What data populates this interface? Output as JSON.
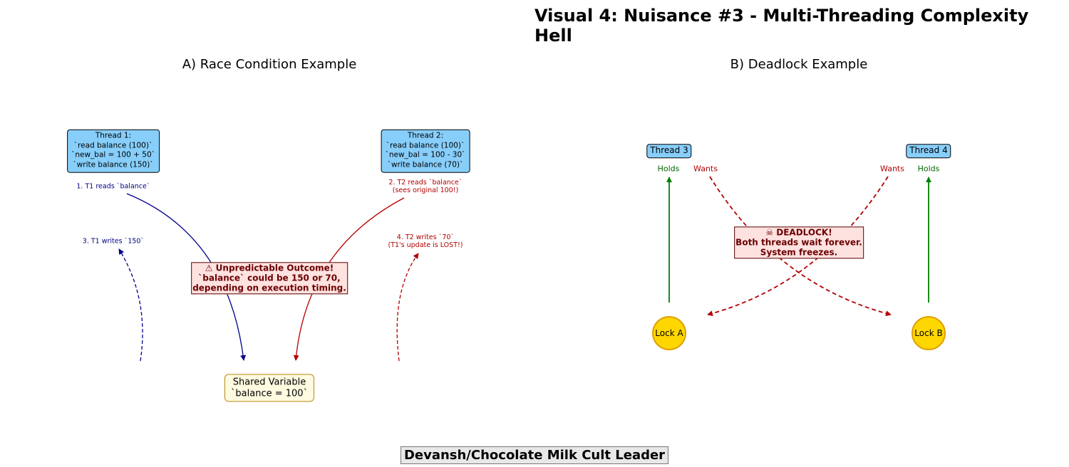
{
  "title": "Visual 4: Nuisance #3 - Multi-Threading Complexity Hell",
  "panel_a": {
    "title": "A) Race Condition Example",
    "thread1": "Thread 1:\n`read balance (100)`\n`new_bal = 100 + 50`\n`write balance (150)`",
    "thread2": "Thread 2:\n`read balance (100)`\n`new_bal = 100 - 30`\n`write balance (70)`",
    "step1": "1. T1 reads `balance`",
    "step2": "2. T2 reads `balance`\n(sees original 100!)",
    "step3": "3. T1 writes `150`",
    "step4": "4. T2 writes `70`\n(T1's update is LOST!)",
    "warning": "⚠ Unpredictable Outcome!\n`balance` could be 150 or 70,\ndepending on execution timing.",
    "shared": "Shared Variable\n`balance = 100`"
  },
  "panel_b": {
    "title": "B) Deadlock Example",
    "thread3": "Thread 3",
    "thread4": "Thread 4",
    "holds_left": "Holds",
    "wants_left": "Wants",
    "wants_right": "Wants",
    "holds_right": "Holds",
    "lock_a": "Lock A",
    "lock_b": "Lock B",
    "deadlock": "☠ DEADLOCK!\nBoth threads wait forever.\nSystem freezes."
  },
  "footer": "Devansh/Chocolate Milk Cult Leader",
  "colors": {
    "thread_fill": "#87cefa",
    "warning_fill": "#fde2e0",
    "lock_fill": "#ffd700",
    "blue_arrow": "#00008b",
    "red_arrow": "#b20000",
    "green_arrow": "#008000"
  }
}
